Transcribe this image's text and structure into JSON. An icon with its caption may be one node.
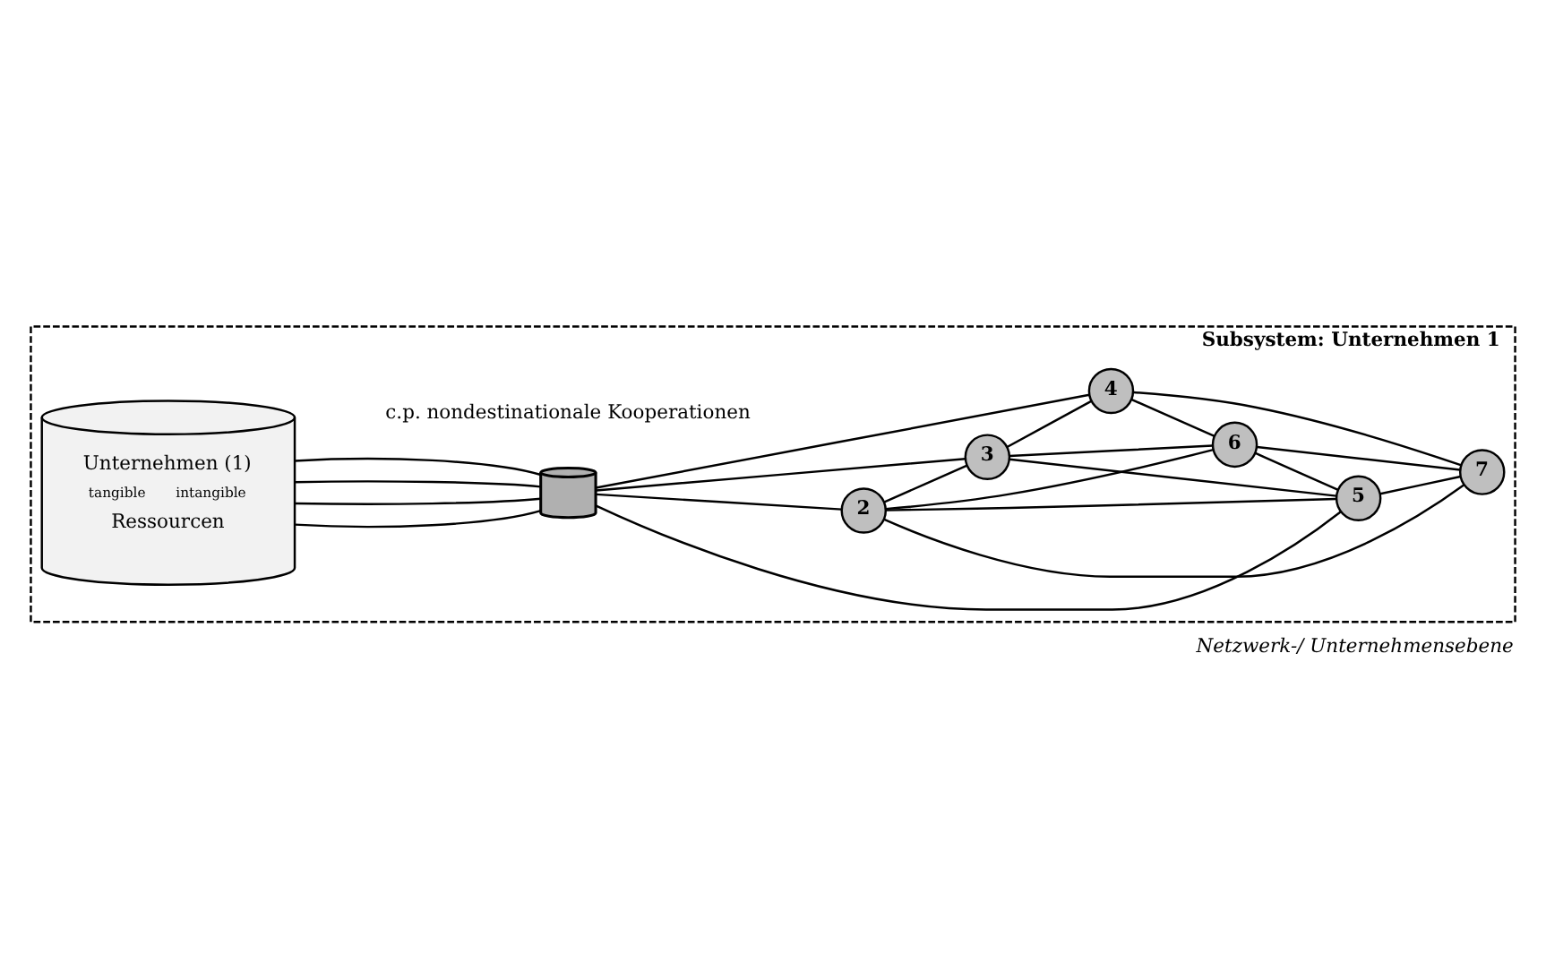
{
  "diagram": {
    "caption": "Netzwerk-/ Unternehmensebene",
    "nodes": [
      {
        "text": [
          "Subsystem: Unternehmen 1"
        ]
      },
      {
        "text": [
          "Unternehmen (1)",
          "tangible",
          "intangible",
          "Ressourcen"
        ],
        "in": 0
      },
      {
        "text": [],
        "shape": "cylinder",
        "in": 0
      },
      {
        "text": [
          "2"
        ],
        "in": 0
      },
      {
        "text": [
          "3"
        ],
        "in": 0
      },
      {
        "text": [
          "4"
        ],
        "in": 0
      },
      {
        "text": [
          "7"
        ],
        "in": 0
      },
      {
        "text": [
          "6"
        ],
        "in": 0
      },
      {
        "text": [
          "5"
        ],
        "in": 0
      }
    ],
    "edges": [
      {
        "from": 1,
        "to": 2,
        "arrow": "none"
      },
      {
        "from": 1,
        "to": 2,
        "arrow": "none"
      },
      {
        "from": 1,
        "to": 2,
        "arrow": "none"
      },
      {
        "from": 1,
        "to": 2,
        "arrow": "none"
      },
      {
        "from": 2,
        "to": 3,
        "arrow": "none"
      },
      {
        "from": 2,
        "to": 4,
        "arrow": "none"
      },
      {
        "from": 2,
        "to": 5,
        "arrow": "none"
      },
      {
        "from": 2,
        "to": 8,
        "arrow": "none"
      },
      {
        "from": 3,
        "to": 4,
        "arrow": "none"
      },
      {
        "from": 3,
        "to": 7,
        "arrow": "none"
      },
      {
        "from": 3,
        "to": 8,
        "arrow": "none"
      },
      {
        "from": 3,
        "to": 6,
        "arrow": "none"
      },
      {
        "from": 4,
        "to": 5,
        "arrow": "none"
      },
      {
        "from": 4,
        "to": 7,
        "arrow": "none"
      },
      {
        "from": 4,
        "to": 8,
        "arrow": "none"
      },
      {
        "from": 5,
        "to": 7,
        "arrow": "none"
      },
      {
        "from": 5,
        "to": 6,
        "arrow": "none"
      },
      {
        "from": 7,
        "to": 6,
        "arrow": "none"
      },
      {
        "from": 7,
        "to": 8,
        "arrow": "none"
      },
      {
        "from": 8,
        "to": 6,
        "arrow": "none"
      }
    ],
    "labels": [
      "c.p. nondestinationale Kooperationen"
    ]
  }
}
